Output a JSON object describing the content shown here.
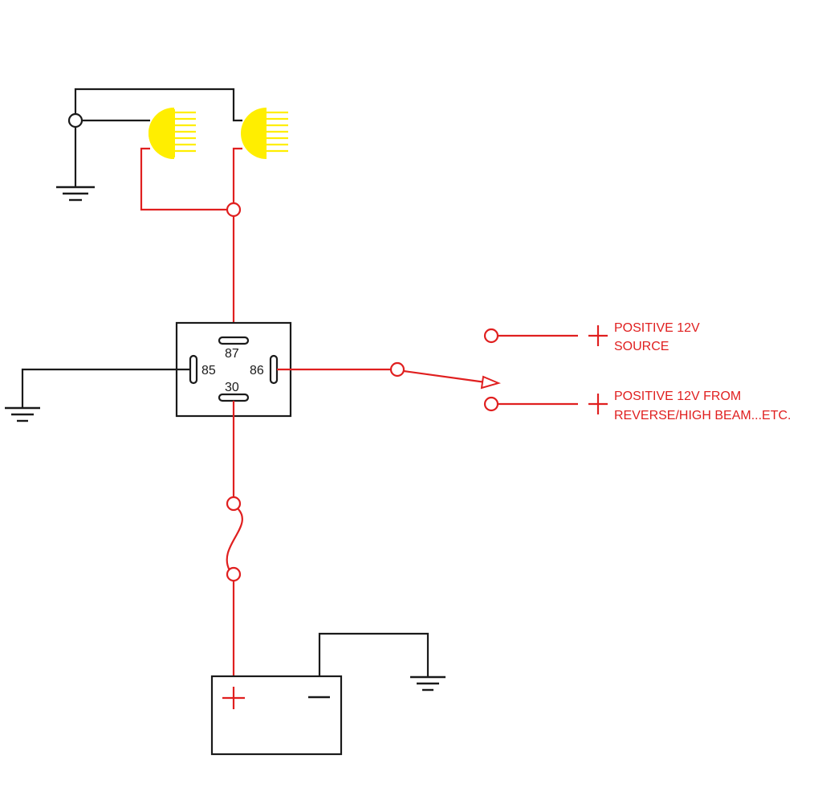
{
  "relay": {
    "pins": {
      "p87": "87",
      "p85": "85",
      "p86": "86",
      "p30": "30"
    }
  },
  "sources": {
    "source_12v_line1": "POSITIVE 12V",
    "source_12v_line2": "SOURCE",
    "reverse_line1": "POSITIVE 12V FROM",
    "reverse_line2": "REVERSE/HIGH BEAM...ETC."
  },
  "battery": {
    "plus_symbol": "+",
    "minus_symbol": "−"
  },
  "colors": {
    "positive_wire": "#e01f1f",
    "ground_wire": "#1a1a1a",
    "lamp": "#ffee00"
  }
}
